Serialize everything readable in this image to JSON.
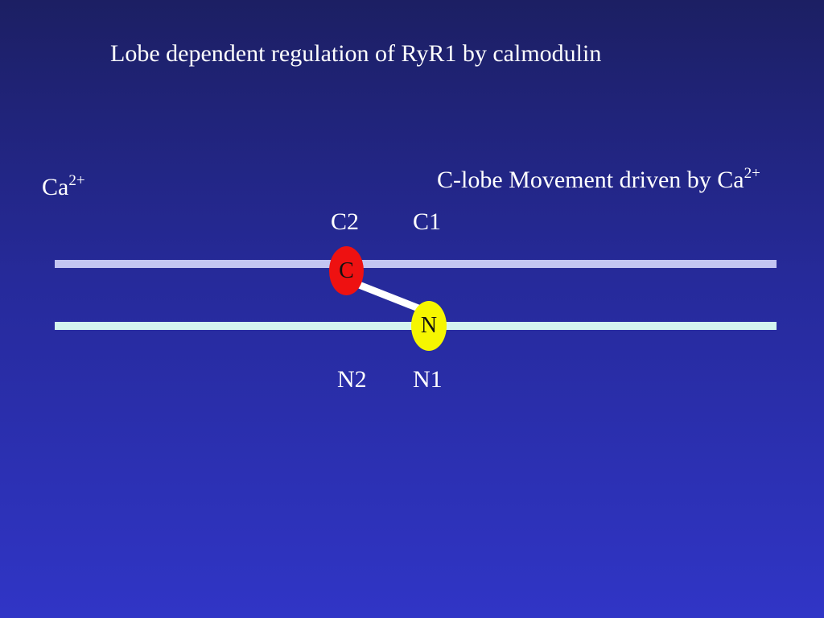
{
  "slide": {
    "title": "Lobe dependent regulation of RyR1 by calmodulin",
    "ca_left": {
      "base": "Ca",
      "charge": "2+"
    },
    "movement_label": {
      "text": "C-lobe Movement driven by Ca",
      "charge": "2+"
    },
    "site_labels": {
      "c2": "C2",
      "c1": "C1",
      "n2": "N2",
      "n1": "N1"
    },
    "lobes": {
      "c": "C",
      "n": "N"
    }
  },
  "colors": {
    "background_top": "#1c1f63",
    "background_bottom": "#3035c6",
    "c_lobe": "#ee1111",
    "n_lobe": "#f6f600",
    "c_bar": "#c2c5f2",
    "n_bar": "#d3f4ef",
    "linker": "#ffffff"
  }
}
